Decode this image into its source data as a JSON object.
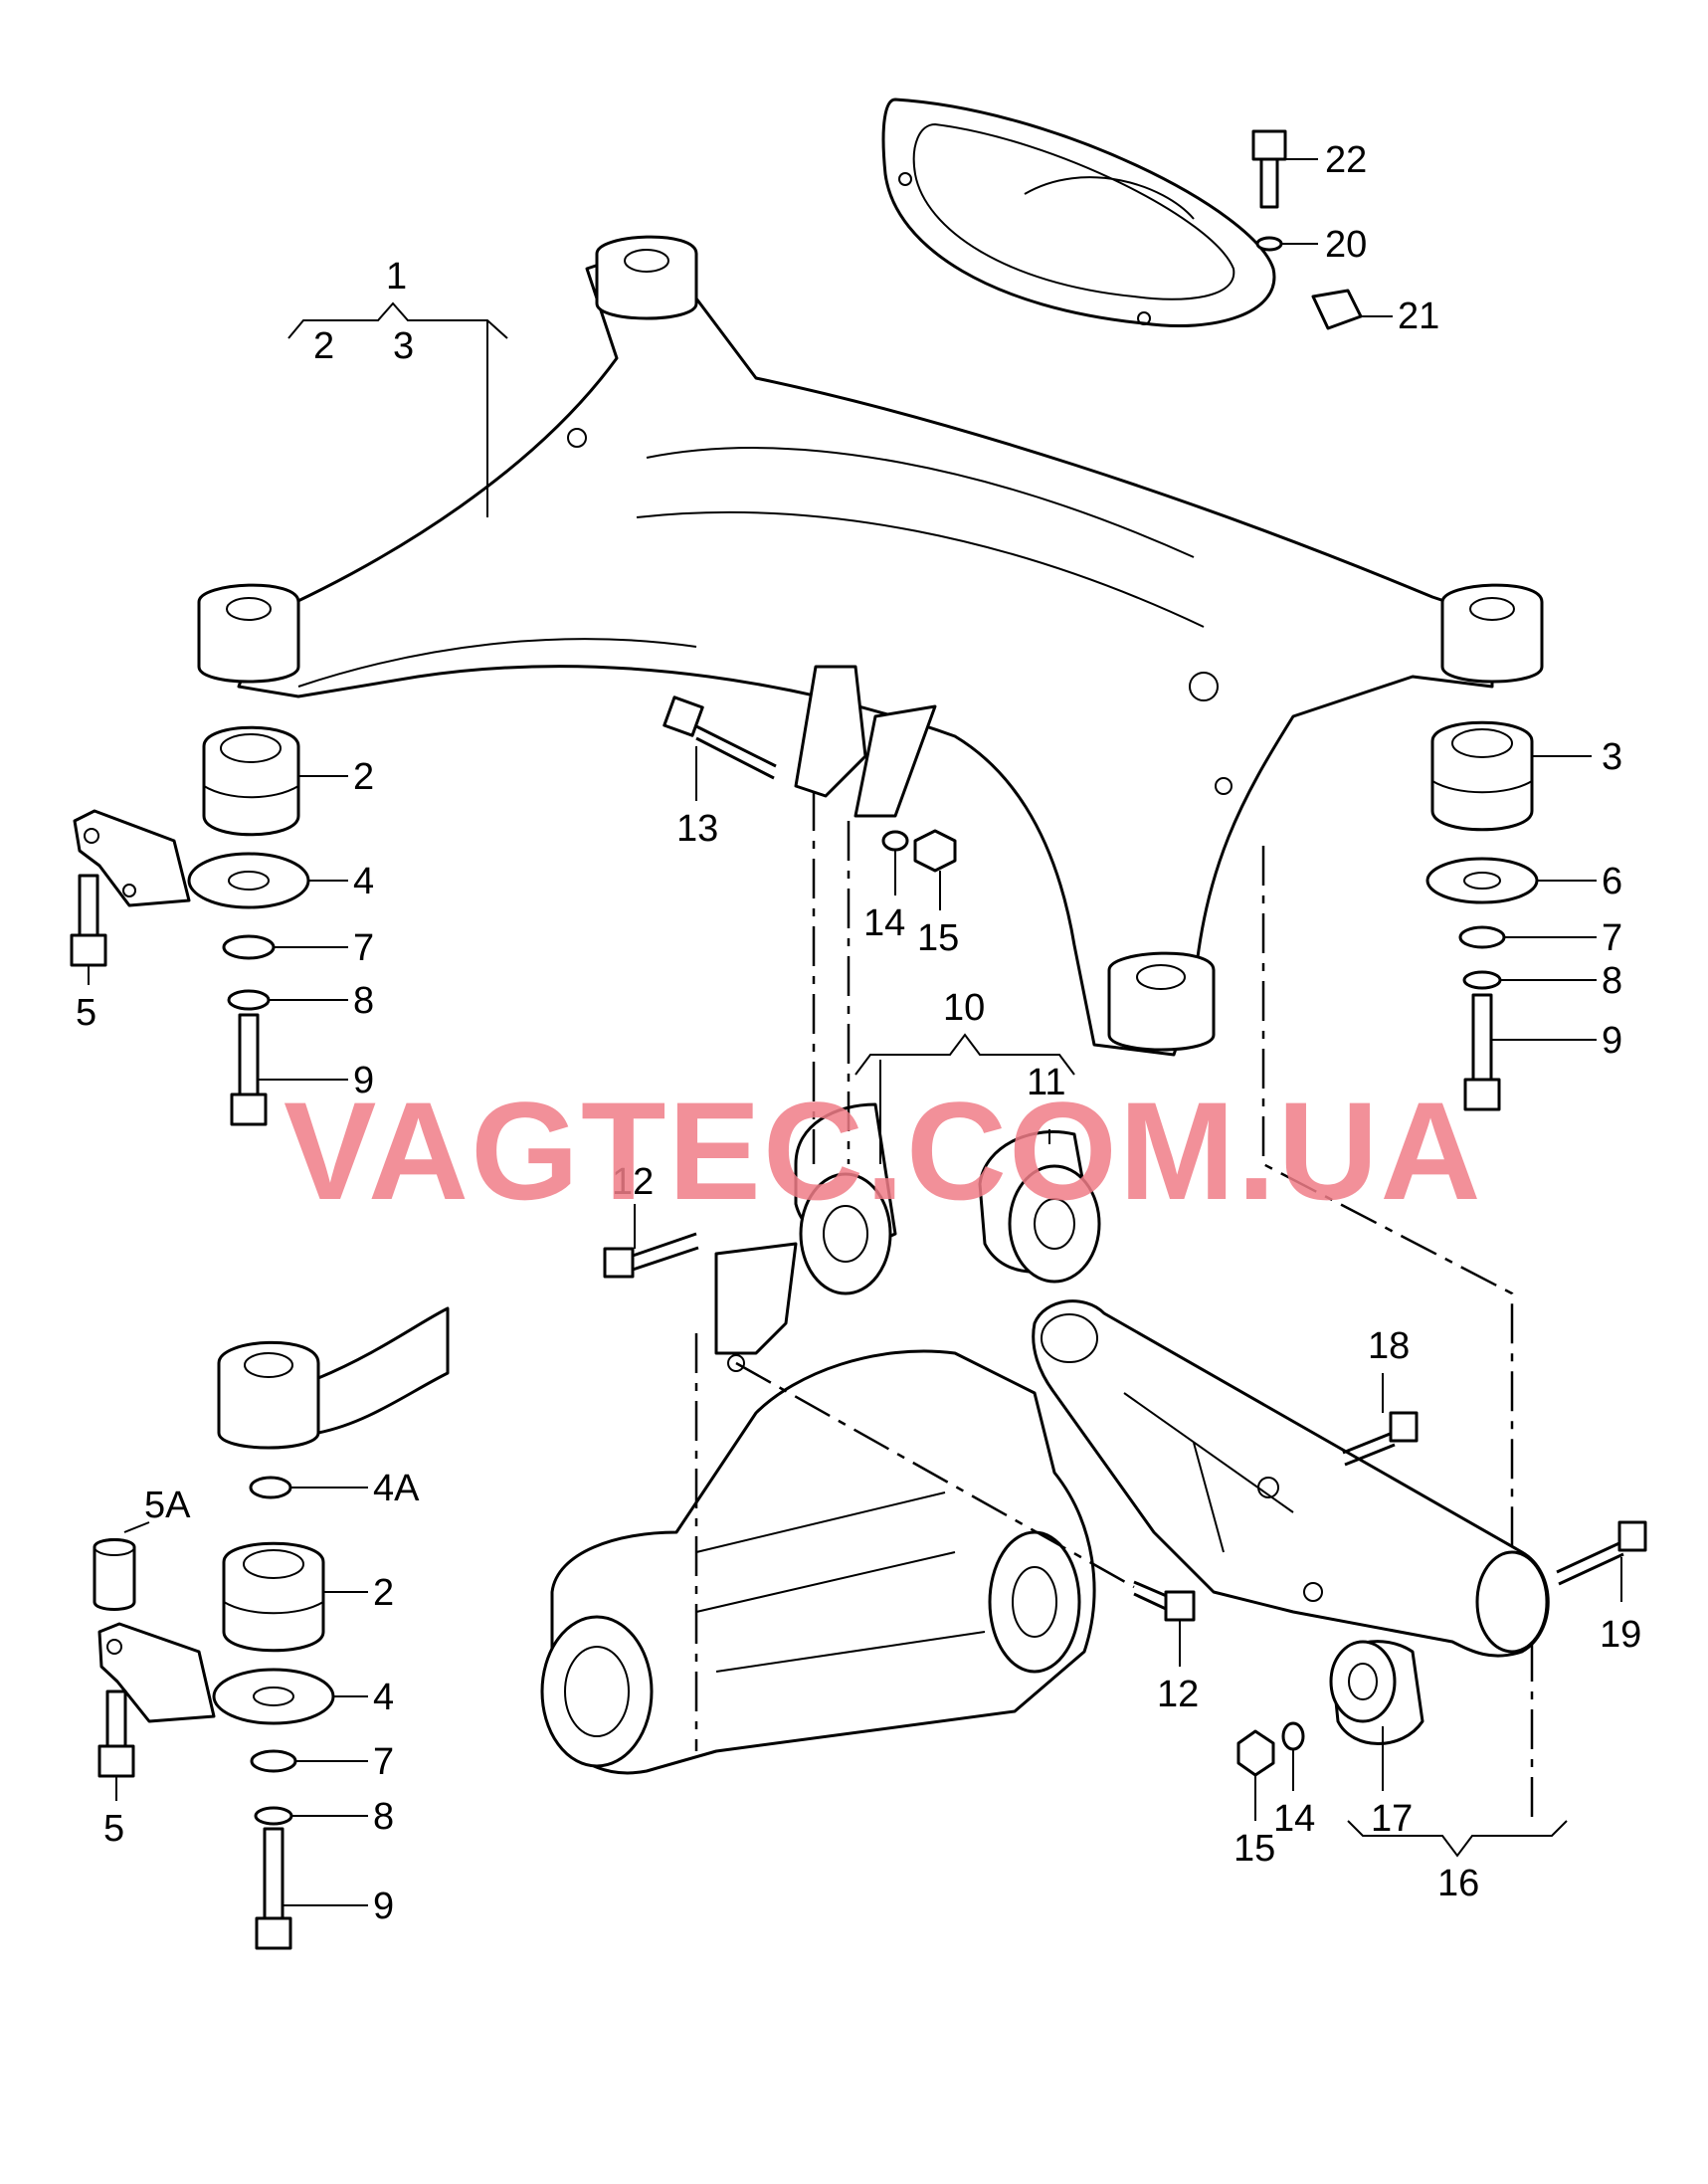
{
  "watermark": "VAGTEC.COM.UA",
  "labels": {
    "l1": "1",
    "l2a": "2",
    "l3a": "3",
    "l2": "2",
    "l3": "3",
    "l4": "4",
    "l5": "5",
    "l6": "6",
    "l7L": "7",
    "l7R": "7",
    "l8L": "8",
    "l8R": "8",
    "l9L": "9",
    "l9R": "9",
    "l10": "10",
    "l11": "11",
    "l12top": "12",
    "l12bot": "12",
    "l13": "13",
    "l14top": "14",
    "l15top": "15",
    "l14bot": "14",
    "l15bot": "15",
    "l16": "16",
    "l17": "17",
    "l18": "18",
    "l19": "19",
    "l20": "20",
    "l21": "21",
    "l22": "22",
    "l2B": "2",
    "l4A": "4A",
    "l5A": "5A",
    "l4B": "4",
    "l5B": "5",
    "l7B": "7",
    "l8B": "8",
    "l9B": "9"
  }
}
